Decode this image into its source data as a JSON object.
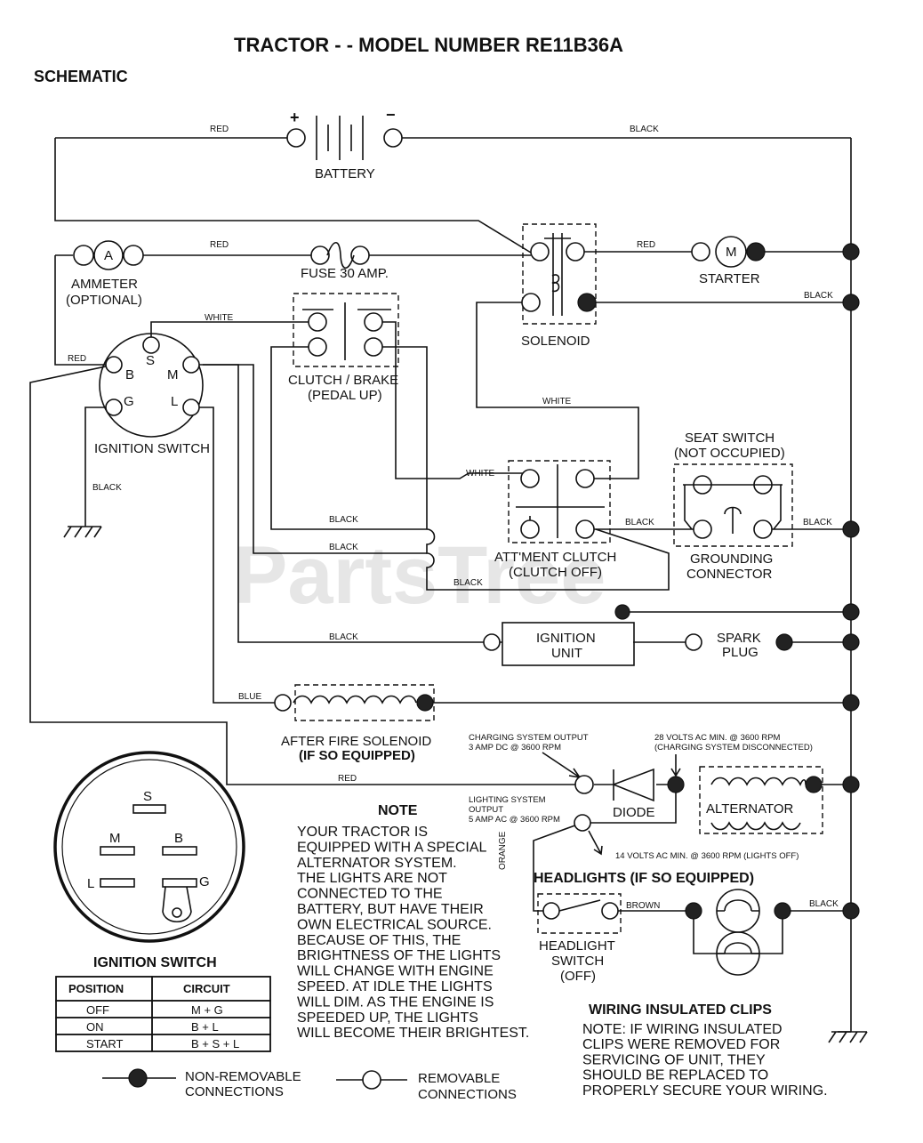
{
  "title": "TRACTOR - - MODEL NUMBER RE11B36A",
  "subtitle": "SCHEMATIC",
  "watermark": "PartsTree",
  "components": {
    "battery": "BATTERY",
    "battery_pos": "+",
    "battery_neg": "−",
    "ammeter": "AMMETER",
    "ammeter_opt": "(OPTIONAL)",
    "ammeter_symbol": "A",
    "fuse": "FUSE 30 AMP.",
    "solenoid": "SOLENOID",
    "starter": "STARTER",
    "starter_symbol": "M",
    "ignition_switch": "IGNITION SWITCH",
    "clutch_brake": "CLUTCH / BRAKE",
    "clutch_brake_state": "(PEDAL UP)",
    "seat_switch": "SEAT SWITCH",
    "seat_switch_state": "(NOT OCCUPIED)",
    "grounding": "GROUNDING",
    "grounding2": "CONNECTOR",
    "att_clutch": "ATT'MENT CLUTCH",
    "att_clutch_state": "(CLUTCH OFF)",
    "ignition_unit": "IGNITION",
    "ignition_unit2": "UNIT",
    "spark": "SPARK",
    "spark2": "PLUG",
    "after_fire": "AFTER FIRE SOLENOID",
    "after_fire_opt": "(IF SO EQUIPPED)",
    "diode": "DIODE",
    "alternator": "ALTERNATOR",
    "headlights": "HEADLIGHTS (IF SO EQUIPPED)",
    "headlight_switch": "HEADLIGHT",
    "headlight_switch2": "SWITCH",
    "headlight_switch3": "(OFF)"
  },
  "terminals": {
    "s": "S",
    "b": "B",
    "m": "M",
    "g": "G",
    "l": "L"
  },
  "wires": {
    "red": "RED",
    "black": "BLACK",
    "white": "WHITE",
    "blue": "BLUE",
    "orange": "ORANGE",
    "brown": "BROWN"
  },
  "specs": {
    "charging_1": "CHARGING SYSTEM OUTPUT",
    "charging_2": "3 AMP DC @ 3600 RPM",
    "volts28_1": "28 VOLTS AC MIN. @ 3600 RPM",
    "volts28_2": "(CHARGING SYSTEM DISCONNECTED)",
    "lighting_1": "LIGHTING SYSTEM",
    "lighting_2": "OUTPUT",
    "lighting_3": "5 AMP AC @ 3600 RPM",
    "volts14": "14 VOLTS AC MIN. @ 3600 RPM (LIGHTS OFF)"
  },
  "note": {
    "heading": "NOTE",
    "lines": [
      "YOUR TRACTOR IS",
      "EQUIPPED WITH A SPECIAL",
      "ALTERNATOR SYSTEM.",
      "THE LIGHTS ARE NOT",
      "CONNECTED TO THE",
      "BATTERY, BUT HAVE THEIR",
      "OWN ELECTRICAL SOURCE.",
      "BECAUSE OF THIS, THE",
      "BRIGHTNESS OF THE LIGHTS",
      "WILL CHANGE WITH ENGINE",
      "SPEED.  AT IDLE THE LIGHTS",
      "WILL DIM.  AS THE ENGINE IS",
      "SPEEDED UP, THE LIGHTS",
      "WILL BECOME THEIR BRIGHTEST."
    ]
  },
  "clips": {
    "heading": "WIRING INSULATED CLIPS",
    "lines": [
      "NOTE: IF WIRING INSULATED",
      "CLIPS WERE REMOVED FOR",
      "SERVICING OF UNIT, THEY",
      "SHOULD BE REPLACED TO",
      "PROPERLY SECURE YOUR WIRING."
    ]
  },
  "ignition_table": {
    "title": "IGNITION SWITCH",
    "headers": [
      "POSITION",
      "CIRCUIT"
    ],
    "rows": [
      [
        "OFF",
        "M + G"
      ],
      [
        "ON",
        "B + L"
      ],
      [
        "START",
        "B + S + L"
      ]
    ]
  },
  "legend": {
    "nonremovable_1": "NON-REMOVABLE",
    "nonremovable_2": "CONNECTIONS",
    "removable_1": "REMOVABLE",
    "removable_2": "CONNECTIONS"
  }
}
